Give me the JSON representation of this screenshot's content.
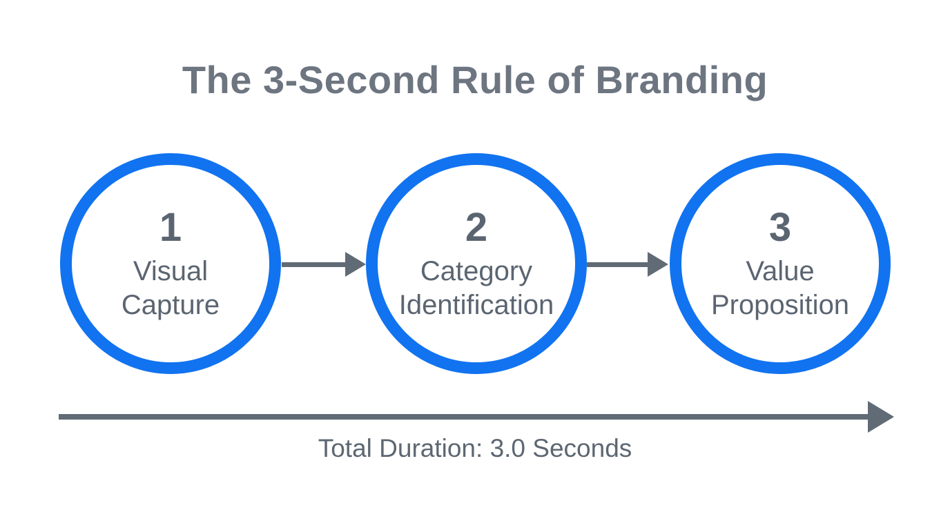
{
  "title": "The 3-Second Rule of Branding",
  "steps": [
    {
      "number": "1",
      "lines": [
        "Visual",
        "Capture"
      ]
    },
    {
      "number": "2",
      "lines": [
        "Category",
        "Identification"
      ]
    },
    {
      "number": "3",
      "lines": [
        "Value",
        "Proposition"
      ]
    }
  ],
  "timeline": {
    "caption": "Total Duration: 3.0 Seconds"
  },
  "colors": {
    "circle_ring": "#1173ef",
    "title_text": "#6d7580",
    "step_text": "#5b6571",
    "arrow": "#616b76",
    "caption_text": "#5d6772"
  }
}
